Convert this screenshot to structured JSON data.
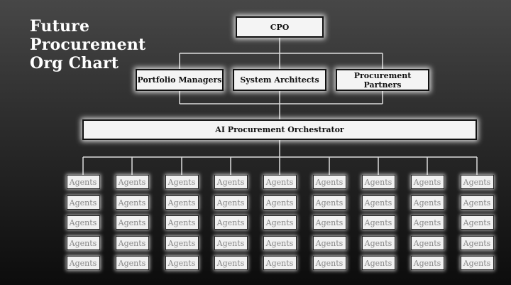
{
  "title": "Future Procurement Org Chart",
  "ceo": {
    "label": "CPO"
  },
  "leaders": [
    {
      "label": "Portfolio Managers"
    },
    {
      "label": "System Architects"
    },
    {
      "label": "Procurement Partners"
    }
  ],
  "orchestrator": {
    "label": "AI Procurement Orchestrator"
  },
  "agent_label": "Agents",
  "agent_columns": 9,
  "agent_rows": 5,
  "colors": {
    "line": "#dcdcdc",
    "box_fill": "#f4f4f4",
    "agent_text": "#888888"
  }
}
